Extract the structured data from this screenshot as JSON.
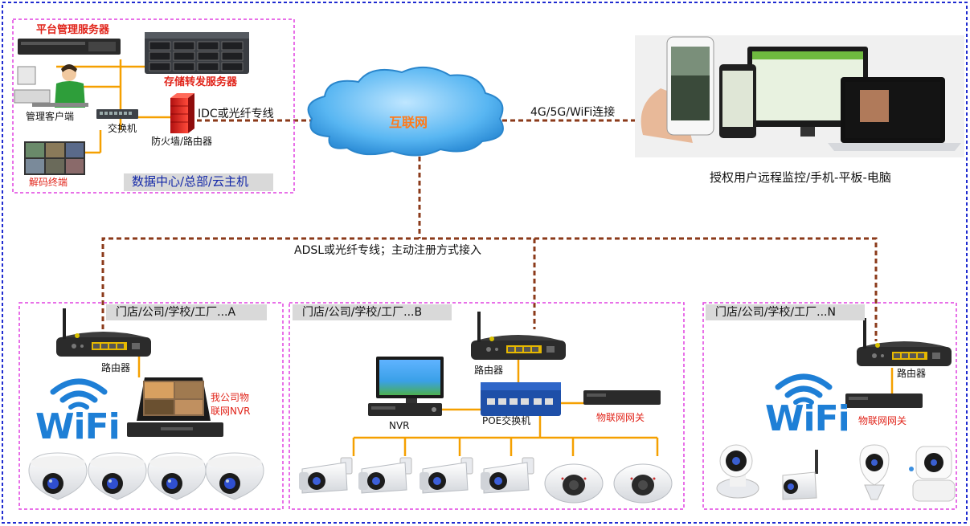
{
  "datacenter": {
    "platform_server": "平台管理服务器",
    "storage_server": "存储转发服务器",
    "mgmt_client": "管理客户端",
    "switch": "交换机",
    "firewall": "防火墙/路由器",
    "decoder": "解码终端",
    "caption": "数据中心/总部/云主机"
  },
  "links": {
    "idc": "IDC或光纤专线",
    "mobile": "4G/5G/WiFi连接",
    "adsl": "ADSL或光纤专线；主动注册方式接入"
  },
  "internet": "互联网",
  "remote_caption": "授权用户远程监控/手机-平板-电脑",
  "sites": {
    "a": {
      "title": "门店/公司/学校/工厂...A",
      "router": "路由器",
      "nvr_line1": "我公司物",
      "nvr_line2": "联网NVR",
      "wifi": "WiFi"
    },
    "b": {
      "title": "门店/公司/学校/工厂...B",
      "router": "路由器",
      "nvr": "NVR",
      "poe": "POE交换机",
      "gateway": "物联网网关"
    },
    "n": {
      "title": "门店/公司/学校/工厂...N",
      "router": "路由器",
      "gateway": "物联网网关",
      "wifi": "WiFi"
    }
  },
  "colors": {
    "outer_border": "#1f2bd0",
    "site_border": "#e040e0",
    "dashed_link": "#8b3a1a",
    "lan_line": "#f5a000",
    "label_red": "#e1251b",
    "caption_blue": "#1428a8"
  }
}
